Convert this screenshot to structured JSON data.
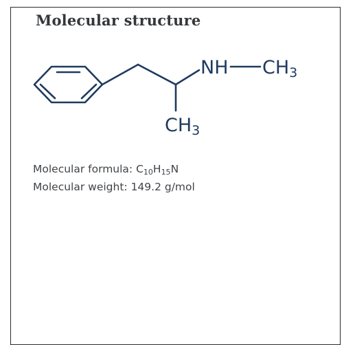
{
  "card": {
    "title": "Molecular structure"
  },
  "structure": {
    "atoms": {
      "amine": "NH",
      "bond_to_methyl": "—",
      "methyl_top": "CH",
      "methyl_top_subscript": "3",
      "methyl_bottom": "CH",
      "methyl_bottom_subscript": "3"
    },
    "bond_color": "#1e3a5f"
  },
  "properties": {
    "formula_label": "Molecular formula: ",
    "formula": {
      "c": "C",
      "c_count": "10",
      "h": "H",
      "h_count": "15",
      "n": "N"
    },
    "weight_label": "Molecular weight: ",
    "weight_value": "149.2 g/mol"
  }
}
